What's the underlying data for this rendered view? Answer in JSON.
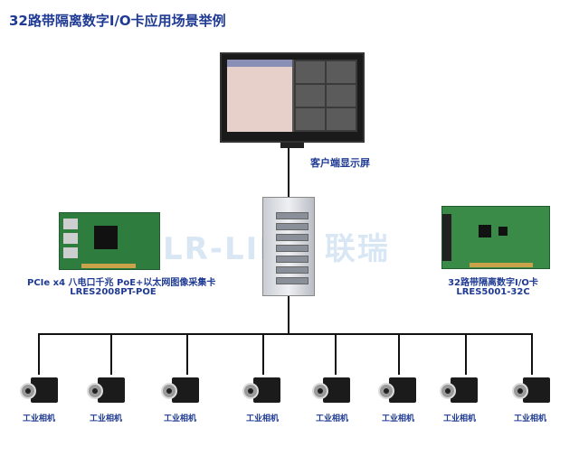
{
  "title": "32路带隔离数字I/O卡应用场景举例",
  "monitor": {
    "label": "客户端显示屏"
  },
  "watermark": "LR-LINK 联瑞",
  "card_left": {
    "line1": "PCIe x4 八电口千兆 PoE+以太网图像采集卡",
    "line2": "LRES2008PT-POE"
  },
  "card_right": {
    "line1": "32路带隔离数字I/O卡",
    "line2": "LRES5001-32C"
  },
  "cameras": [
    {
      "label": "工业相机"
    },
    {
      "label": "工业相机"
    },
    {
      "label": "工业相机"
    },
    {
      "label": "工业相机"
    },
    {
      "label": "工业相机"
    },
    {
      "label": "工业相机"
    },
    {
      "label": "工业相机"
    },
    {
      "label": "工业相机"
    }
  ]
}
